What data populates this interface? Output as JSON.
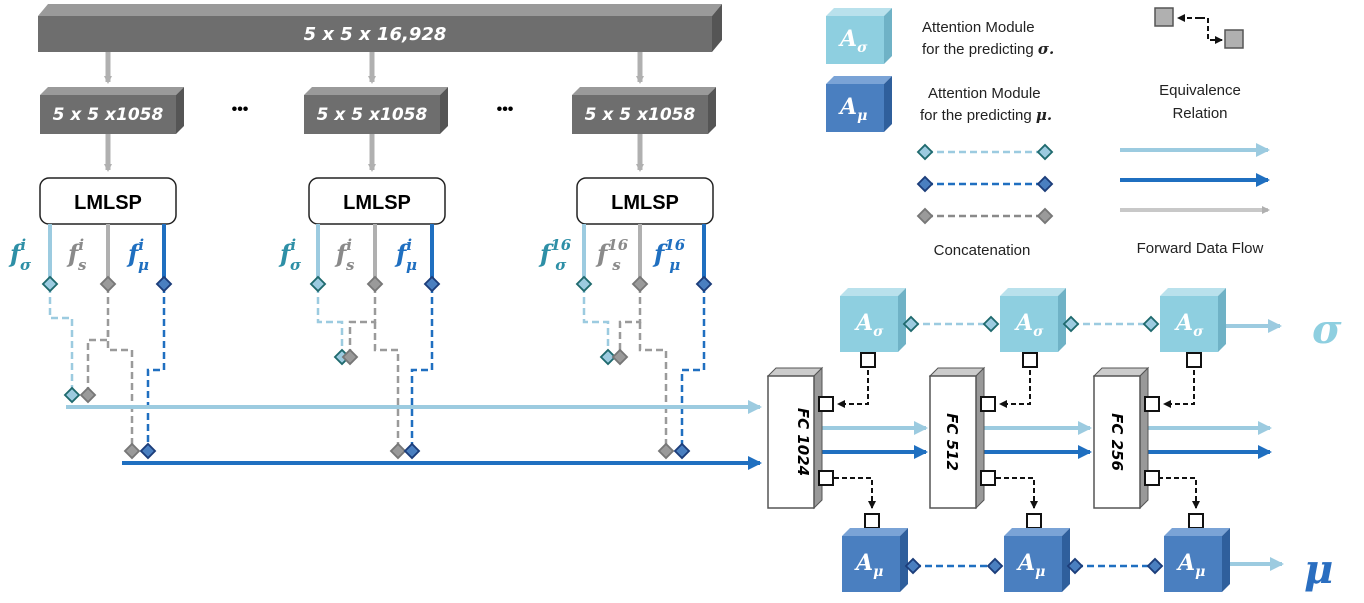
{
  "top_bar": {
    "label": "5 x 5 x 16,928"
  },
  "branches": [
    {
      "block": "5 x 5 x1058",
      "module": "LMLSP",
      "f_sigma": "f",
      "f_sigma_sup": "i",
      "f_sigma_sub": "σ",
      "f_s": "f",
      "f_s_sup": "i",
      "f_s_sub": "s",
      "f_mu": "f",
      "f_mu_sup": "i",
      "f_mu_sub": "μ"
    },
    {
      "block": "5 x 5 x1058",
      "module": "LMLSP",
      "f_sigma": "f",
      "f_sigma_sup": "i",
      "f_sigma_sub": "σ",
      "f_s": "f",
      "f_s_sup": "i",
      "f_s_sub": "s",
      "f_mu": "f",
      "f_mu_sup": "i",
      "f_mu_sub": "μ"
    },
    {
      "block": "5 x 5 x1058",
      "module": "LMLSP",
      "f_sigma": "f",
      "f_sigma_sup": "16",
      "f_sigma_sub": "σ",
      "f_s": "f",
      "f_s_sup": "16",
      "f_s_sub": "s",
      "f_mu": "f",
      "f_mu_sup": "16",
      "f_mu_sub": "μ"
    }
  ],
  "ellipsis": "•••",
  "fc_layers": [
    "FC 1024",
    "FC 512",
    "FC 256"
  ],
  "attention": {
    "sigma_label": "A",
    "sigma_sub": "σ",
    "mu_label": "A",
    "mu_sub": "μ"
  },
  "outputs": {
    "sigma": "σ",
    "mu": "μ"
  },
  "legend": {
    "sigma_line1": "Attention Module",
    "sigma_line2": "for the predicting ",
    "sigma_symbol": "σ.",
    "mu_line1": "Attention Module",
    "mu_line2": "for the predicting ",
    "mu_symbol": "μ.",
    "equivalence_line1": "Equivalence",
    "equivalence_line2": "Relation",
    "concatenation": "Concatenation",
    "forward": "Forward Data Flow"
  },
  "colors": {
    "light_blue": "#8ecfe0",
    "light_blue_line": "#9ccbe0",
    "dark_blue": "#4a7fc0",
    "dark_blue_line": "#1f6fc0",
    "gray_block": "#6e6e6e",
    "gray_line": "#b5b5b5",
    "sigma_text": "#2d8fa6",
    "mu_text": "#2a6ec0"
  }
}
